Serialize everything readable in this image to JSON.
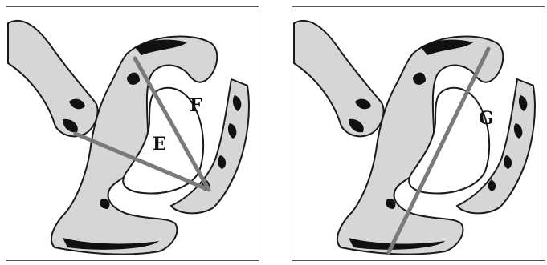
{
  "panels": [
    {
      "id": "left",
      "labels": {
        "e": "E",
        "f": "F"
      }
    },
    {
      "id": "right",
      "labels": {
        "g": "G"
      }
    }
  ],
  "colors": {
    "bone_fill": "#d6d6d6",
    "bone_outline": "#1a1a1a",
    "marking": "#111111",
    "measure_line": "#7a7a7a"
  }
}
